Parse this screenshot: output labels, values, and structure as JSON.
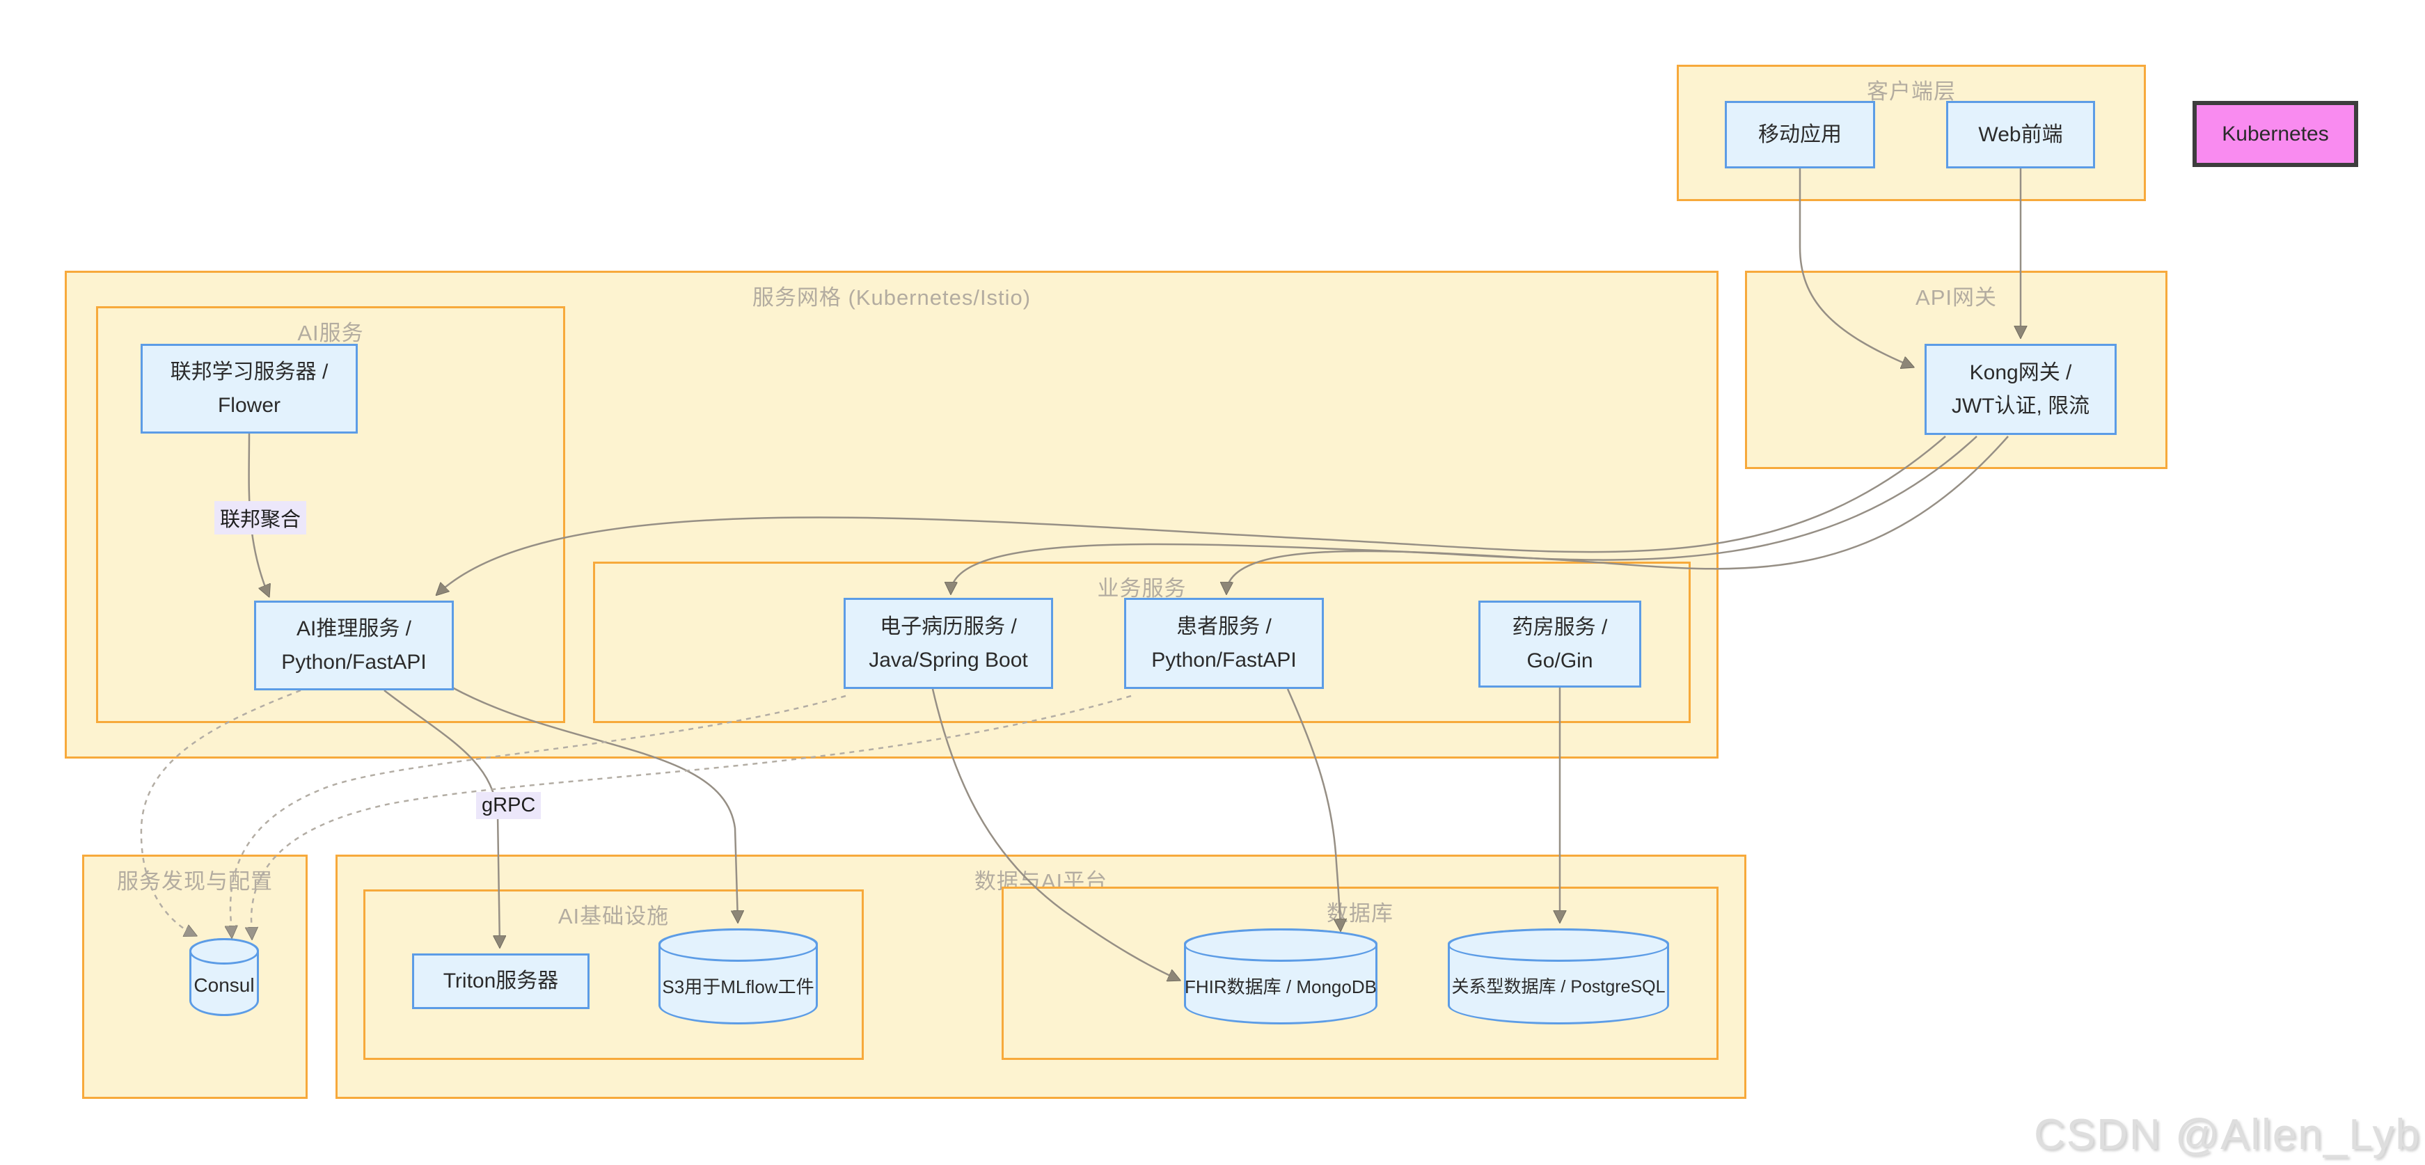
{
  "diagram": {
    "kind": "microservices-architecture-flowchart",
    "watermark": "CSDN @Allen_Lyb"
  },
  "clusters": {
    "client_layer": {
      "title": "客户端层"
    },
    "api_gateway": {
      "title": "API网关"
    },
    "service_mesh": {
      "title": "服务网格 (Kubernetes/Istio)"
    },
    "ai_services": {
      "title": "AI服务"
    },
    "business_services": {
      "title": "业务服务"
    },
    "service_discovery": {
      "title": "服务发现与配置"
    },
    "data_ai_platform": {
      "title": "数据与AI平台"
    },
    "ai_infrastructure": {
      "title": "AI基础设施"
    },
    "databases": {
      "title": "数据库"
    }
  },
  "nodes": {
    "mobile": {
      "label": "移动应用"
    },
    "web": {
      "label": "Web前端"
    },
    "kubernetes": {
      "label": "Kubernetes"
    },
    "kong": {
      "line1": "Kong网关 /",
      "line2": "JWT认证, 限流"
    },
    "federated_learning": {
      "line1": "联邦学习服务器 /",
      "line2": "Flower"
    },
    "ai_inference": {
      "line1": "AI推理服务 /",
      "line2": "Python/FastAPI"
    },
    "emr": {
      "line1": "电子病历服务 /",
      "line2": "Java/Spring Boot"
    },
    "patient": {
      "line1": "患者服务 /",
      "line2": "Python/FastAPI"
    },
    "pharmacy": {
      "line1": "药房服务 /",
      "line2": "Go/Gin"
    },
    "triton": {
      "label": "Triton服务器"
    },
    "consul": {
      "label": "Consul"
    },
    "s3": {
      "label": "S3用于MLflow工件"
    },
    "fhir": {
      "label": "FHIR数据库 / MongoDB"
    },
    "postgres": {
      "label": "关系型数据库 / PostgreSQL"
    }
  },
  "edge_labels": {
    "federated_aggregation": "联邦聚合",
    "grpc": "gRPC"
  },
  "edges": [
    {
      "from": "mobile",
      "to": "kong",
      "style": "solid"
    },
    {
      "from": "web",
      "to": "kong",
      "style": "solid"
    },
    {
      "from": "kong",
      "to": "ai_inference",
      "style": "solid"
    },
    {
      "from": "kong",
      "to": "emr",
      "style": "solid"
    },
    {
      "from": "kong",
      "to": "patient",
      "style": "solid"
    },
    {
      "from": "federated_learning",
      "to": "ai_inference",
      "style": "solid",
      "label": "联邦聚合"
    },
    {
      "from": "ai_inference",
      "to": "triton",
      "style": "solid",
      "label": "gRPC"
    },
    {
      "from": "ai_inference",
      "to": "s3",
      "style": "solid"
    },
    {
      "from": "emr",
      "to": "fhir",
      "style": "solid"
    },
    {
      "from": "patient",
      "to": "fhir",
      "style": "solid"
    },
    {
      "from": "pharmacy",
      "to": "postgres",
      "style": "solid"
    },
    {
      "from": "ai_inference",
      "to": "consul",
      "style": "dashed"
    },
    {
      "from": "emr",
      "to": "consul",
      "style": "dashed"
    },
    {
      "from": "patient",
      "to": "consul",
      "style": "dashed"
    }
  ],
  "colors": {
    "cluster_fill": "#fdf3d0",
    "cluster_border": "#f7a93b",
    "cluster_title": "#b3aca0",
    "node_fill": "#e3f2fd",
    "node_border": "#5c9ce6",
    "kubernetes_fill": "#f98bf0",
    "kubernetes_border": "#3d3d3d",
    "edge_stroke": "#968f85",
    "edge_label_bg": "#ece7fa",
    "watermark": "#dedede"
  }
}
